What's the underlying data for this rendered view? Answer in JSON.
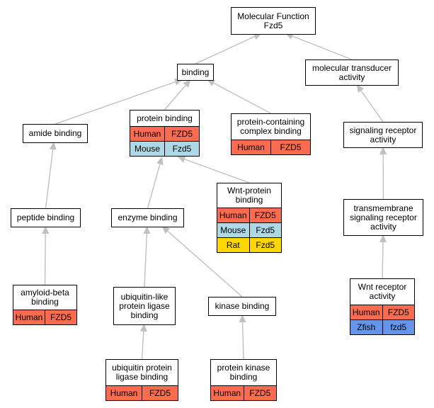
{
  "colors": {
    "edge": "#c0c0c0",
    "species": {
      "Human": "#fa6b4f",
      "Mouse": "#add8e6",
      "Rat": "#ffd700",
      "Zfish": "#6495ed"
    }
  },
  "nodes": {
    "molecular_function": {
      "title": "Molecular Function\nFzd5",
      "rows": []
    },
    "binding": {
      "title": "binding",
      "rows": []
    },
    "molecular_transducer_activity": {
      "title": "molecular transducer\nactivity",
      "rows": []
    },
    "amide_binding": {
      "title": "amide binding",
      "rows": []
    },
    "protein_binding": {
      "title": "protein binding",
      "rows": [
        {
          "species": "Human",
          "gene": "FZD5"
        },
        {
          "species": "Mouse",
          "gene": "Fzd5"
        }
      ]
    },
    "protein_containing_complex_binding": {
      "title": "protein-containing\ncomplex binding",
      "rows": [
        {
          "species": "Human",
          "gene": "FZD5"
        }
      ]
    },
    "signaling_receptor_activity": {
      "title": "signaling receptor\nactivity",
      "rows": []
    },
    "wnt_protein_binding": {
      "title": "Wnt-protein\nbinding",
      "rows": [
        {
          "species": "Human",
          "gene": "FZD5"
        },
        {
          "species": "Mouse",
          "gene": "Fzd5"
        },
        {
          "species": "Rat",
          "gene": "Fzd5"
        }
      ]
    },
    "peptide_binding": {
      "title": "peptide binding",
      "rows": []
    },
    "enzyme_binding": {
      "title": "enzyme binding",
      "rows": []
    },
    "transmembrane_signaling_receptor_activity": {
      "title": "transmembrane\nsignaling receptor\nactivity",
      "rows": []
    },
    "amyloid_beta_binding": {
      "title": "amyloid-beta\nbinding",
      "rows": [
        {
          "species": "Human",
          "gene": "FZD5"
        }
      ]
    },
    "ubiquitin_like_protein_ligase_binding": {
      "title": "ubiquitin-like\nprotein ligase\nbinding",
      "rows": []
    },
    "kinase_binding": {
      "title": "kinase binding",
      "rows": []
    },
    "wnt_receptor_activity": {
      "title": "Wnt receptor\nactivity",
      "rows": [
        {
          "species": "Human",
          "gene": "FZD5"
        },
        {
          "species": "Zfish",
          "gene": "fzd5"
        }
      ]
    },
    "ubiquitin_protein_ligase_binding": {
      "title": "ubiquitin protein\nligase binding",
      "rows": [
        {
          "species": "Human",
          "gene": "FZD5"
        }
      ]
    },
    "protein_kinase_binding": {
      "title": "protein kinase\nbinding",
      "rows": [
        {
          "species": "Human",
          "gene": "FZD5"
        }
      ]
    }
  },
  "edges": [
    {
      "from": "binding",
      "to": "molecular_function"
    },
    {
      "from": "molecular_transducer_activity",
      "to": "molecular_function"
    },
    {
      "from": "amide_binding",
      "to": "binding"
    },
    {
      "from": "protein_binding",
      "to": "binding"
    },
    {
      "from": "protein_containing_complex_binding",
      "to": "binding"
    },
    {
      "from": "signaling_receptor_activity",
      "to": "molecular_transducer_activity"
    },
    {
      "from": "peptide_binding",
      "to": "amide_binding"
    },
    {
      "from": "enzyme_binding",
      "to": "protein_binding"
    },
    {
      "from": "wnt_protein_binding",
      "to": "protein_binding"
    },
    {
      "from": "transmembrane_signaling_receptor_activity",
      "to": "signaling_receptor_activity"
    },
    {
      "from": "amyloid_beta_binding",
      "to": "peptide_binding"
    },
    {
      "from": "ubiquitin_like_protein_ligase_binding",
      "to": "enzyme_binding"
    },
    {
      "from": "kinase_binding",
      "to": "enzyme_binding"
    },
    {
      "from": "wnt_receptor_activity",
      "to": "transmembrane_signaling_receptor_activity"
    },
    {
      "from": "ubiquitin_protein_ligase_binding",
      "to": "ubiquitin_like_protein_ligase_binding"
    },
    {
      "from": "protein_kinase_binding",
      "to": "kinase_binding"
    }
  ]
}
